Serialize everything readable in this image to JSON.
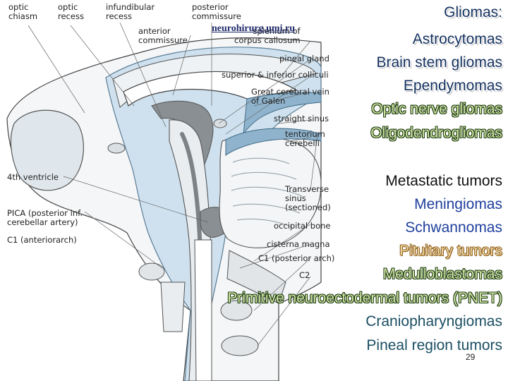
{
  "source_link": "neurohirurg.umi.ru",
  "anatomy_labels": {
    "optic_chiasm": "optic\nchiasm",
    "optic_recess": "optic\nrecess",
    "infundibular_recess": "infundibular\nrecess",
    "posterior_commissure": "posterior\ncommissure",
    "anterior_commissure": "anterior\ncommissure",
    "splenium": "splenium of\ncorpus callosum",
    "pineal_gland": "pineal gland",
    "colliculi": "superior & inferior colliculi",
    "vein_of_galen": "Great cerebral vein\nof Galen",
    "straight_sinus": "straight sinus",
    "tentorium": "tentorium\ncerebelli",
    "fourth_ventricle": "4th ventricle",
    "transverse_sinus": "Transverse\nsinus\n(sectioned)",
    "pica": "PICA (posterior inf.\ncerebellar artery)",
    "occipital_bone": "occipital bone",
    "c1_anterior": "C1 (anteriorarch)",
    "cisterna_magna": "cisterna magna",
    "c1_posterior": "C1 (posterior arch)",
    "c2": "C2"
  },
  "tumor_list": [
    {
      "text": "Gliomas:",
      "style": "ink"
    },
    {
      "text": "Astrocytomas",
      "style": "ink"
    },
    {
      "text": "Brain stem gliomas",
      "style": "ink"
    },
    {
      "text": "Ependymomas",
      "style": "ink"
    },
    {
      "text": "Optic nerve gliomas",
      "style": "green"
    },
    {
      "text": "Oligodendrogliomas",
      "style": "green"
    },
    {
      "text": "Metastatic tumors",
      "style": "black"
    },
    {
      "text": "Meningiomas",
      "style": "blue"
    },
    {
      "text": "Schwannomas",
      "style": "blue"
    },
    {
      "text": "Pituitary tumors",
      "style": "orange"
    },
    {
      "text": "Medulloblastomas",
      "style": "green"
    },
    {
      "text": "Primitive neuroectodermal tumors (PNET)",
      "style": "green"
    },
    {
      "text": "Craniopharyngiomas",
      "style": "teal"
    },
    {
      "text": "Pineal region tumors",
      "style": "teal"
    }
  ],
  "page_number": "29",
  "colors": {
    "csf_blue": "#cfe1ee",
    "vessel_blue": "#8fb3cc",
    "ventricle_gray": "#8a8f93",
    "outline": "#444444"
  }
}
